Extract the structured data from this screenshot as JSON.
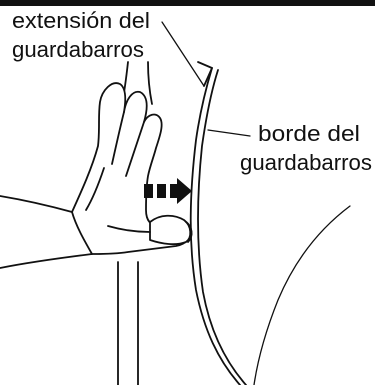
{
  "labels": {
    "fender_extension_line1": "extensión del",
    "fender_extension_line2": "guardabarros",
    "fender_edge_line1": "borde del",
    "fender_edge_line2": "guardabarros"
  },
  "colors": {
    "line": "#111111",
    "arrow": "#111111",
    "background": "#ffffff"
  },
  "icons": {
    "direction_arrow": "push-right-arrow-icon"
  }
}
